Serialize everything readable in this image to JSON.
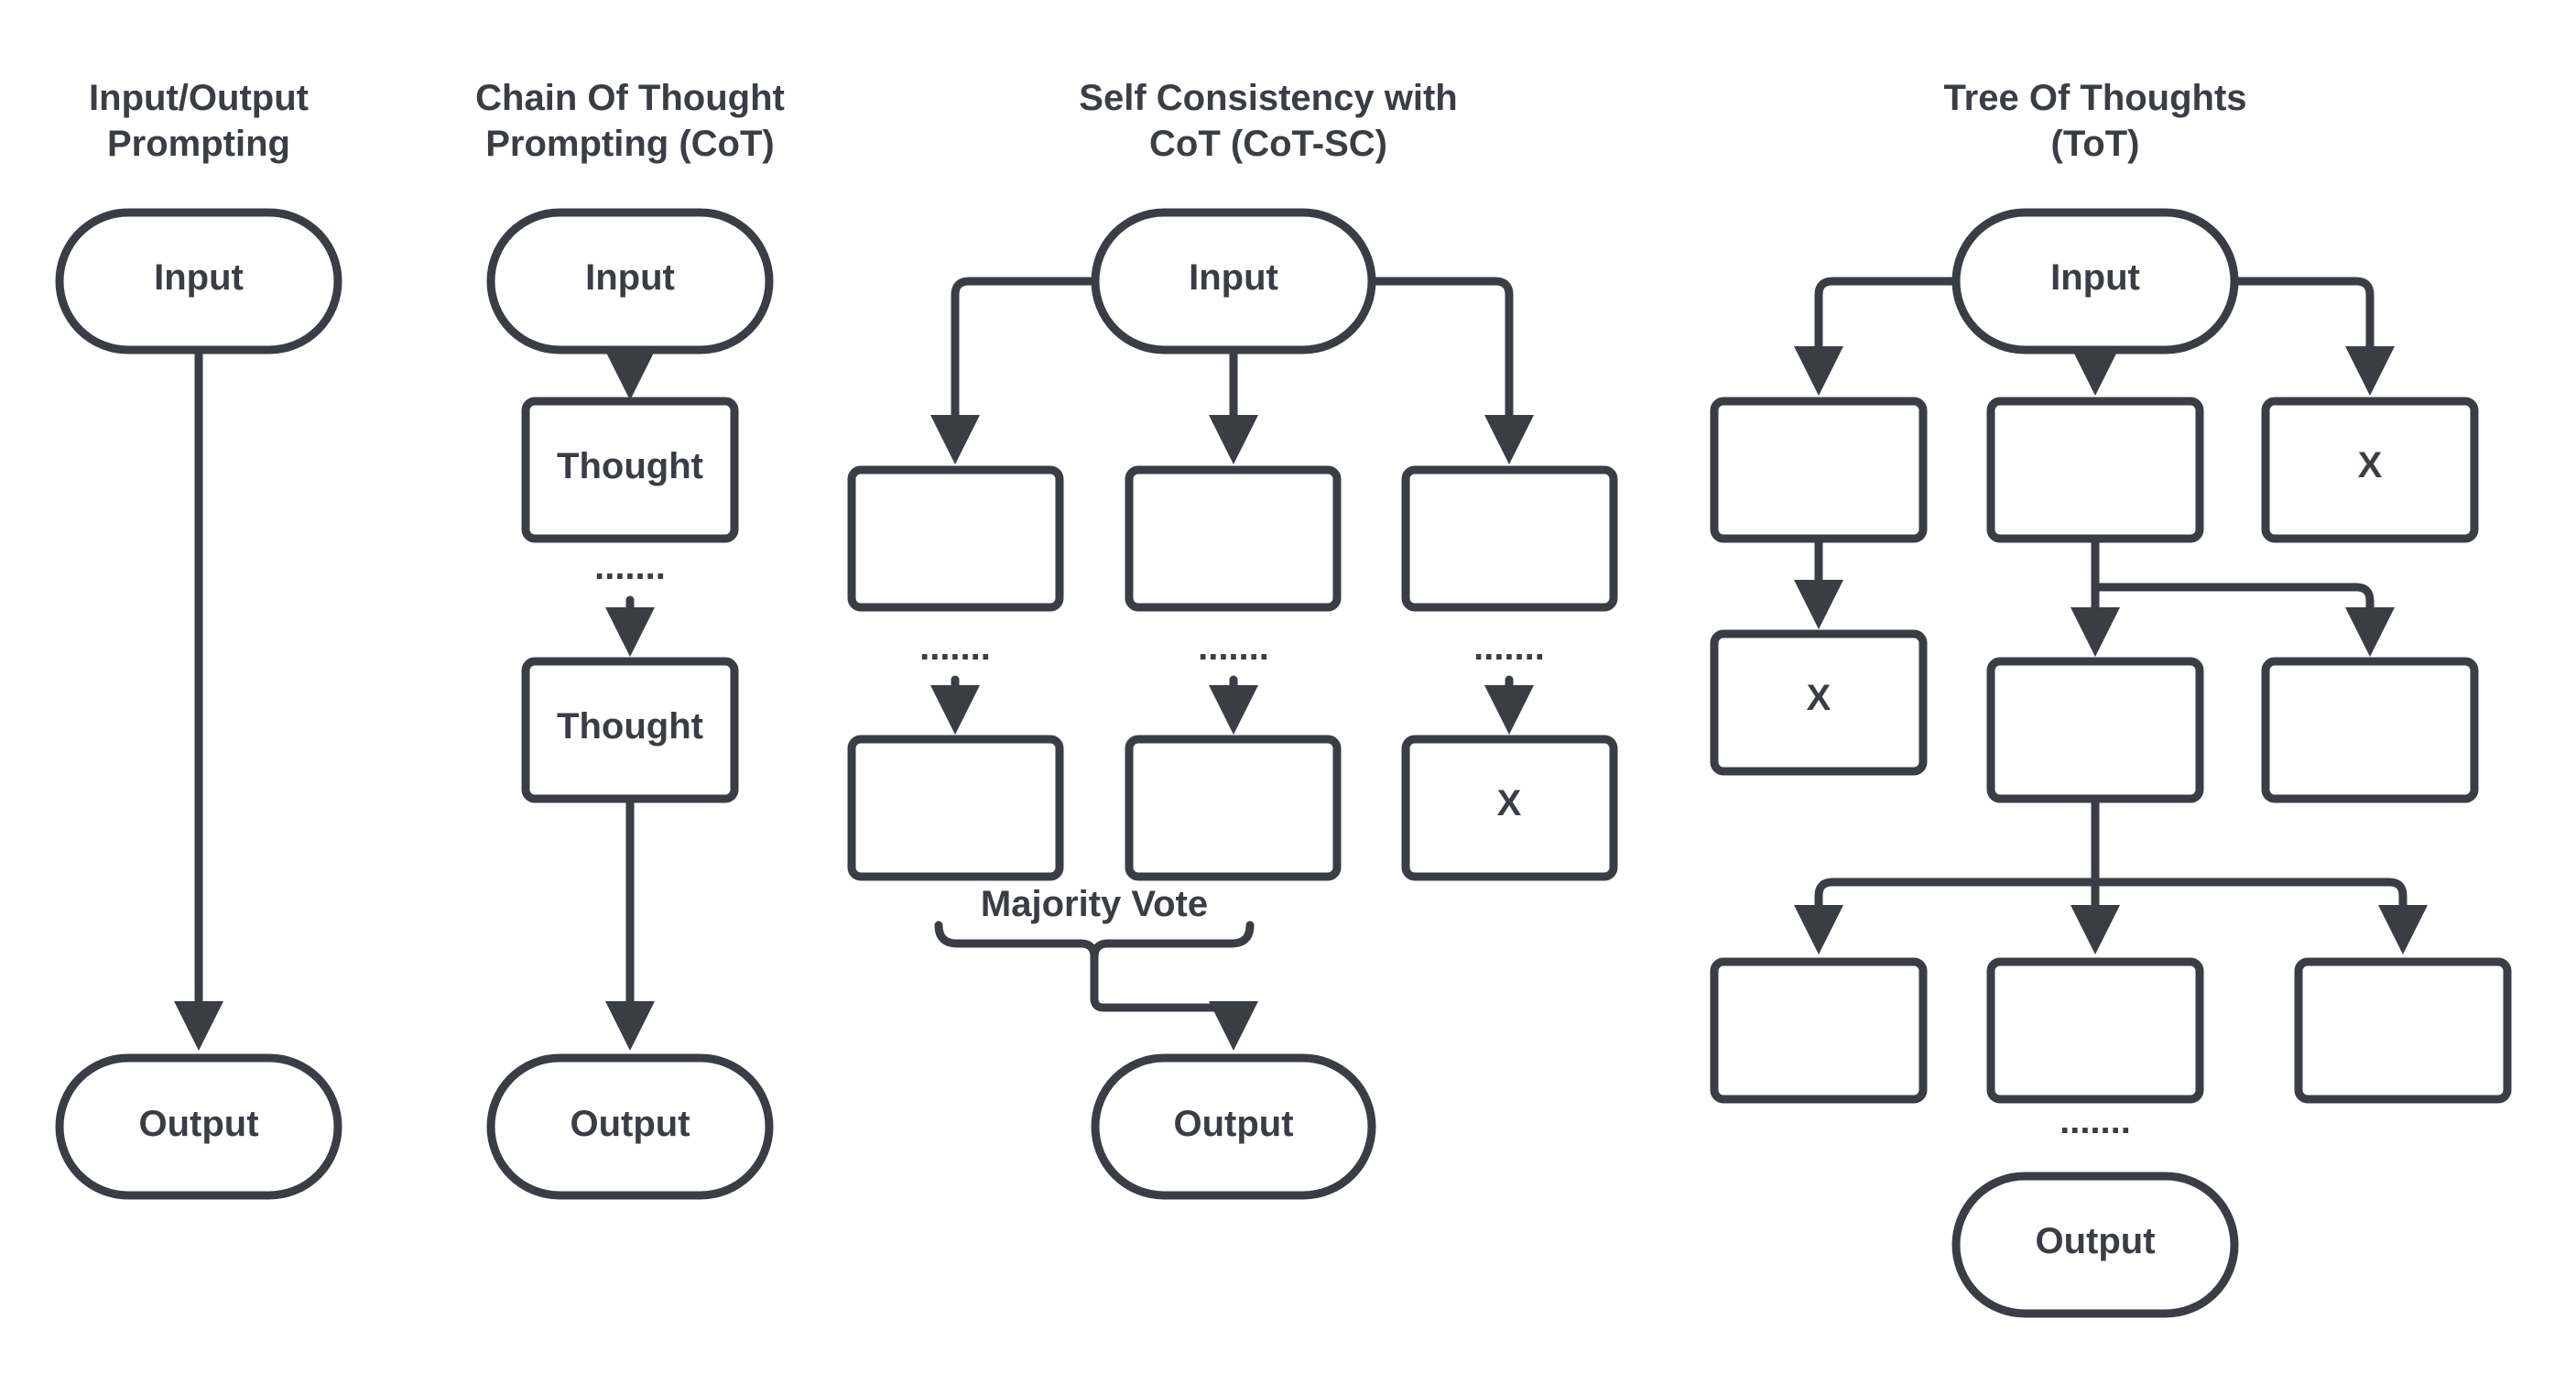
{
  "columns": {
    "io": {
      "title_line1": "Input/Output",
      "title_line2": "Prompting",
      "input": "Input",
      "output": "Output"
    },
    "cot": {
      "title_line1": "Chain Of Thought",
      "title_line2": "Prompting (CoT)",
      "input": "Input",
      "thought1": "Thought",
      "thought2": "Thought",
      "output": "Output",
      "ellipsis": "......."
    },
    "cotsc": {
      "title_line1": "Self Consistency with",
      "title_line2": "CoT (CoT-SC)",
      "input": "Input",
      "output": "Output",
      "majority_vote": "Majority Vote",
      "rejected_mark": "X",
      "ellipsis": "......."
    },
    "tot": {
      "title_line1": "Tree Of Thoughts",
      "title_line2": "(ToT)",
      "input": "Input",
      "output": "Output",
      "rejected_mark_1": "X",
      "rejected_mark_2": "X",
      "ellipsis": "......."
    }
  },
  "colors": {
    "stroke": "#3a3d44",
    "background": "#ffffff"
  }
}
